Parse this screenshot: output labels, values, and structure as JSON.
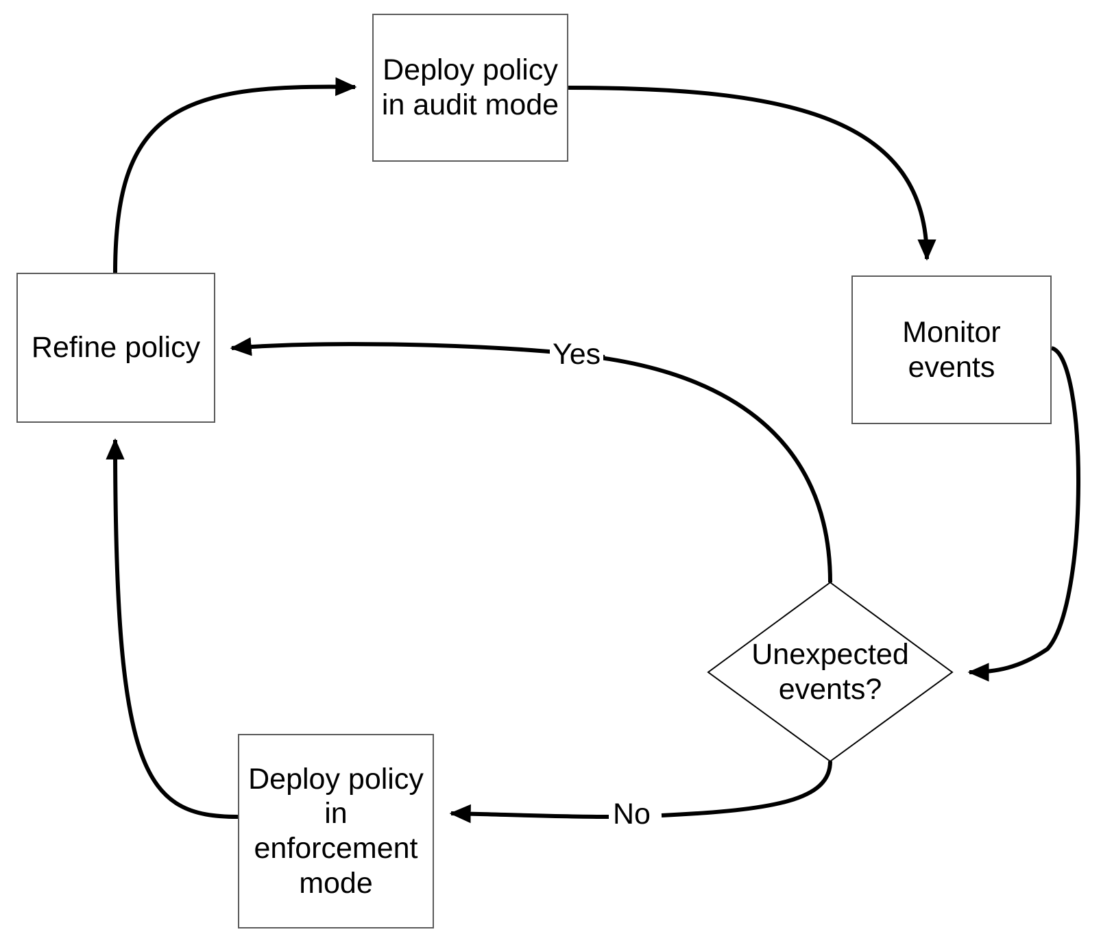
{
  "diagram": {
    "title": "Policy deployment lifecycle flowchart",
    "background_color": "#ffffff",
    "node_border_color": "#5a5a5a",
    "edge_color": "#000000",
    "text_color": "#000000",
    "nodes": [
      {
        "id": "deploy-audit",
        "shape": "rectangle",
        "label": "Deploy policy\nin audit mode"
      },
      {
        "id": "refine-policy",
        "shape": "rectangle",
        "label": "Refine policy"
      },
      {
        "id": "monitor-events",
        "shape": "rectangle",
        "label": "Monitor\nevents"
      },
      {
        "id": "unexpected-events",
        "shape": "diamond",
        "label": "Unexpected\nevents?"
      },
      {
        "id": "deploy-enforcement",
        "shape": "rectangle",
        "label": "Deploy policy\nin\nenforcement\nmode"
      }
    ],
    "edges": [
      {
        "id": "refine-to-audit",
        "from": "refine-policy",
        "to": "deploy-audit",
        "label": ""
      },
      {
        "id": "audit-to-monitor",
        "from": "deploy-audit",
        "to": "monitor-events",
        "label": ""
      },
      {
        "id": "monitor-to-decision",
        "from": "monitor-events",
        "to": "unexpected-events",
        "label": ""
      },
      {
        "id": "decision-yes-to-refine",
        "from": "unexpected-events",
        "to": "refine-policy",
        "label": "Yes"
      },
      {
        "id": "decision-no-to-enforcement",
        "from": "unexpected-events",
        "to": "deploy-enforcement",
        "label": "No"
      },
      {
        "id": "enforcement-to-refine",
        "from": "deploy-enforcement",
        "to": "refine-policy",
        "label": ""
      }
    ]
  }
}
